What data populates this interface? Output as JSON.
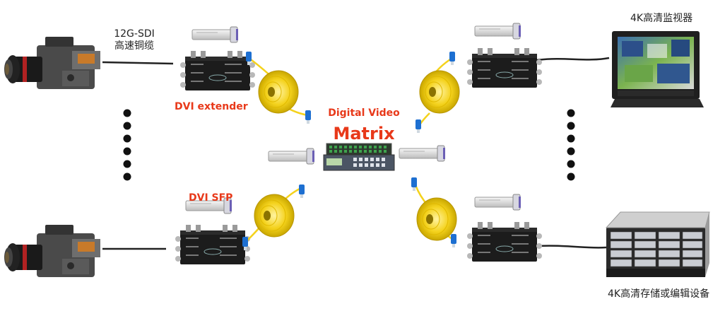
{
  "labels": {
    "sdi_line1": "12G-SDI",
    "sdi_line2": "高速铜缆",
    "dvi_extender": "DVI extender",
    "dvi_sfp": "DVI SFP",
    "matrix_top": "Digital Video",
    "matrix_bottom": "Matrix",
    "monitor": "4K高清监视器",
    "storage": "4K高清存储或编辑设备"
  },
  "colors": {
    "accent_red": "#e8391a",
    "fiber_yellow": "#f4d21c",
    "connector_blue": "#1d6fd1",
    "device_black": "#1c1c1c"
  },
  "icons": {
    "camera": "cinema-camera-icon",
    "extender": "fiber-extender-icon",
    "sfp": "sfp-module-icon",
    "fiber_reel": "fiber-reel-icon",
    "matrix": "video-matrix-icon",
    "monitor": "monitor-icon",
    "storage": "storage-array-icon"
  }
}
